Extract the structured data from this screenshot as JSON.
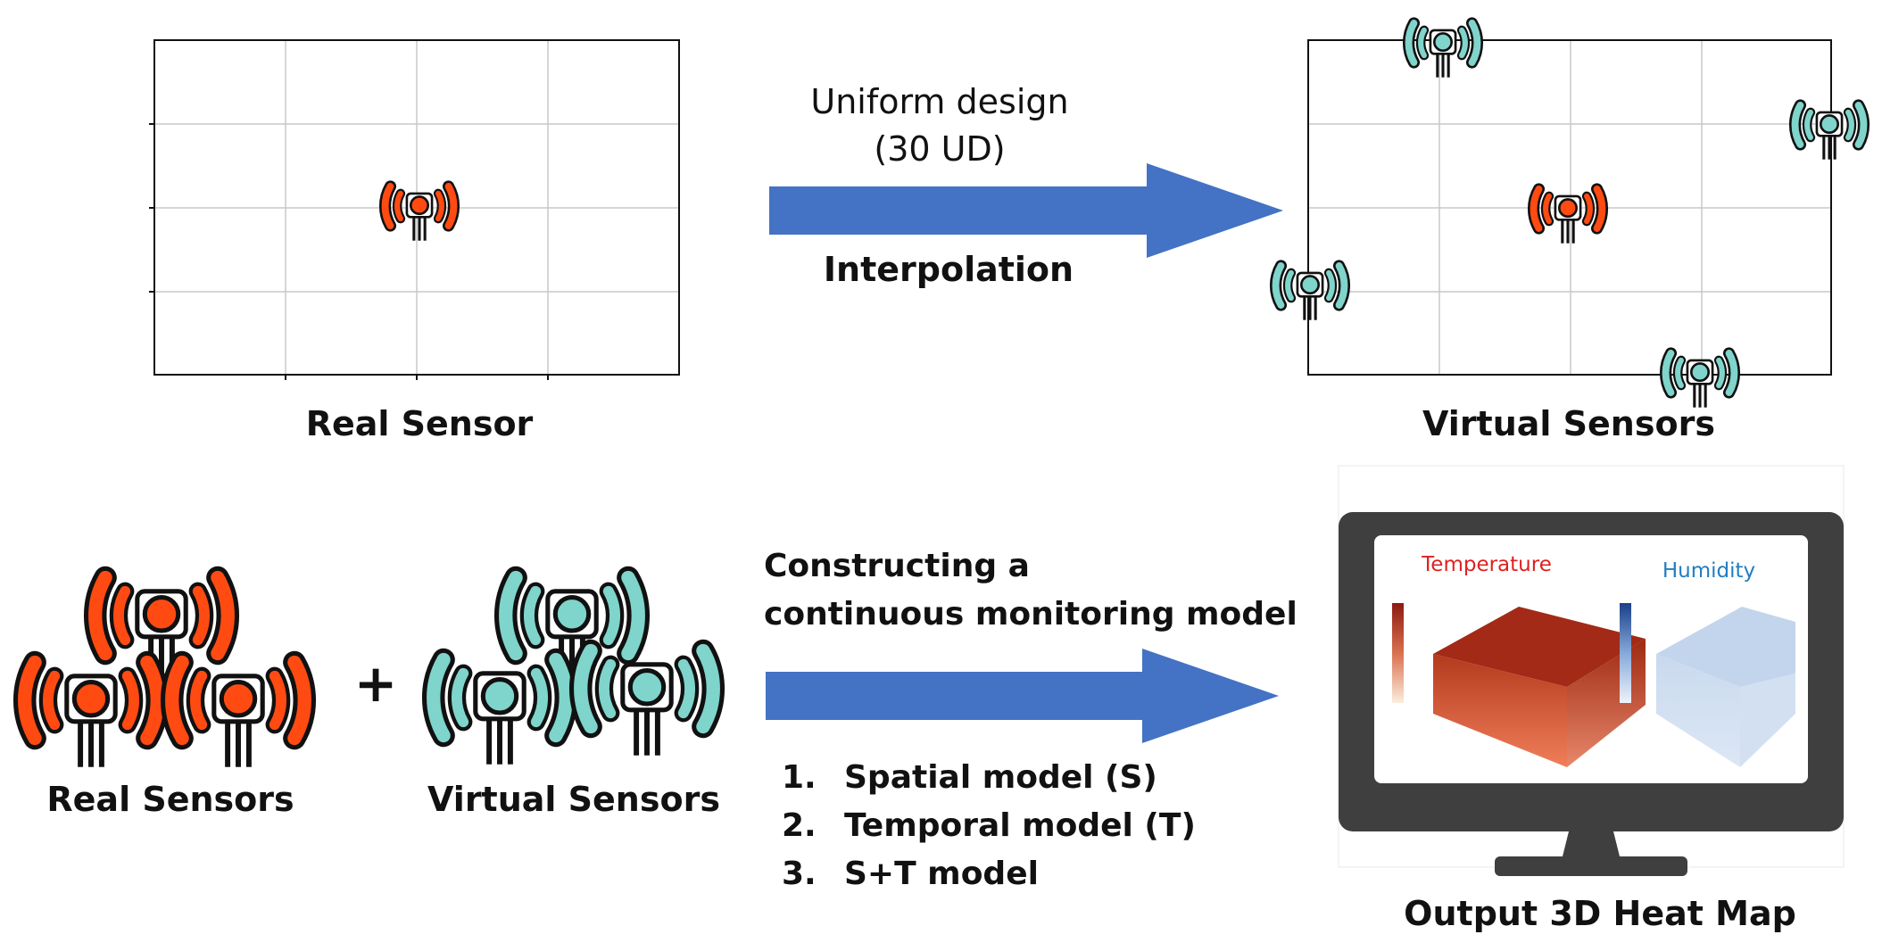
{
  "top_left": {
    "label": "Real Sensor"
  },
  "top_arrow": {
    "line1": "Uniform design",
    "line2": "(30 UD)",
    "below": "Interpolation"
  },
  "top_right": {
    "label": "Virtual Sensors"
  },
  "bottom_left": {
    "real_label": "Real Sensors",
    "plus": "+",
    "virtual_label": "Virtual Sensors"
  },
  "bottom_arrow": {
    "line1": "Constructing a",
    "line2": "continuous monitoring model",
    "steps": [
      {
        "num": "1.",
        "text": "Spatial model (S)"
      },
      {
        "num": "2.",
        "text": "Temporal model (T)"
      },
      {
        "num": "3.",
        "text": "S+T  model"
      }
    ]
  },
  "monitor": {
    "temperature_label": "Temperature",
    "humidity_label": "Humidity",
    "caption": "Output 3D Heat Map"
  },
  "colors": {
    "real_sensor": "#FF4B12",
    "virtual_sensor": "#7FD4CB",
    "arrow": "#4472C4",
    "grid": "#C8C8C8",
    "temperature_text": "#E02020",
    "humidity_text": "#1F7FC4",
    "monitor": "#3F3F3F"
  }
}
